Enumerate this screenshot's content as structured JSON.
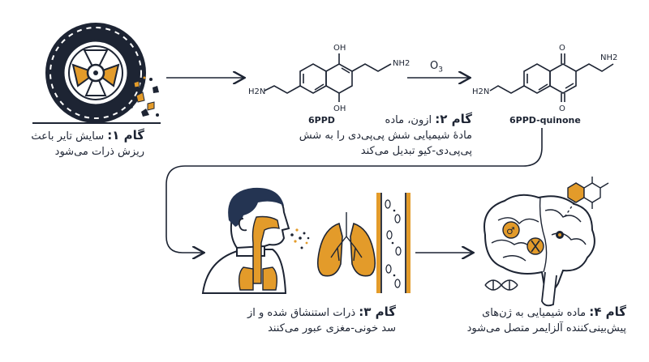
{
  "colors": {
    "ink": "#1d2433",
    "accent": "#e39b2a",
    "hair": "#243452",
    "skin": "#ffffff"
  },
  "steps": [
    {
      "label": "گام ۱:",
      "lines": [
        "سایش تایر باعث",
        "ریزش ذرات می‌شود"
      ]
    },
    {
      "label": "گام ۲:",
      "lines": [
        "ازون، ماده",
        "ماده‌ٔ شیمیایی شش پی‌پی‌دی را به شش",
        "پی‌پی‌دی-کیو تبدیل می‌کند"
      ]
    },
    {
      "label": "گام ۳:",
      "lines": [
        "ذرات استنشاق شده و از",
        "سد خونی-مغزی عبور می‌کنند"
      ]
    },
    {
      "label": "گام ۴:",
      "lines": [
        "ماده شیمیایی به ژن‌های",
        "پیش‌بینی‌کننده آلزایمر متصل می‌شود"
      ]
    }
  ],
  "molecules": {
    "ppd": {
      "name": "6PPD",
      "oh": "OH",
      "nh2_right": "NH2",
      "nh2_left": "H2N"
    },
    "quinone": {
      "name": "6PPD-quinone",
      "o": "O",
      "nh2_right": "NH2",
      "nh2_left": "H2N"
    }
  },
  "reagent": {
    "symbol": "O",
    "subscript": "3"
  },
  "icons": [
    "tire-icon",
    "particles-icon",
    "head-icon",
    "lungs-icon",
    "blood-vessel-icon",
    "brain-icon",
    "dna-icon",
    "gender-icon"
  ]
}
